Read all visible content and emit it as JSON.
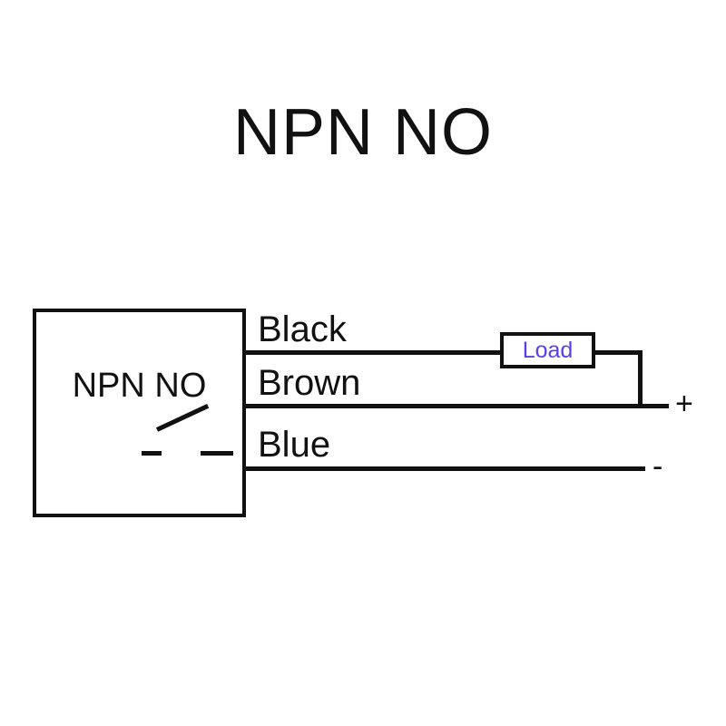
{
  "diagram": {
    "title": "NPN NO",
    "type": "sensor-wiring-diagram",
    "background_color": "#ffffff",
    "line_color": "#111111"
  },
  "sensor": {
    "label": "NPN NO",
    "switch_symbol": "normally-open-contact"
  },
  "wires": [
    {
      "label": "Black",
      "color_name": "black"
    },
    {
      "label": "Brown",
      "color_name": "brown"
    },
    {
      "label": "Blue",
      "color_name": "blue"
    }
  ],
  "load": {
    "label": "Load",
    "text_color": "#5b3fe8"
  },
  "terminals": {
    "positive": "+",
    "negative": "-"
  }
}
